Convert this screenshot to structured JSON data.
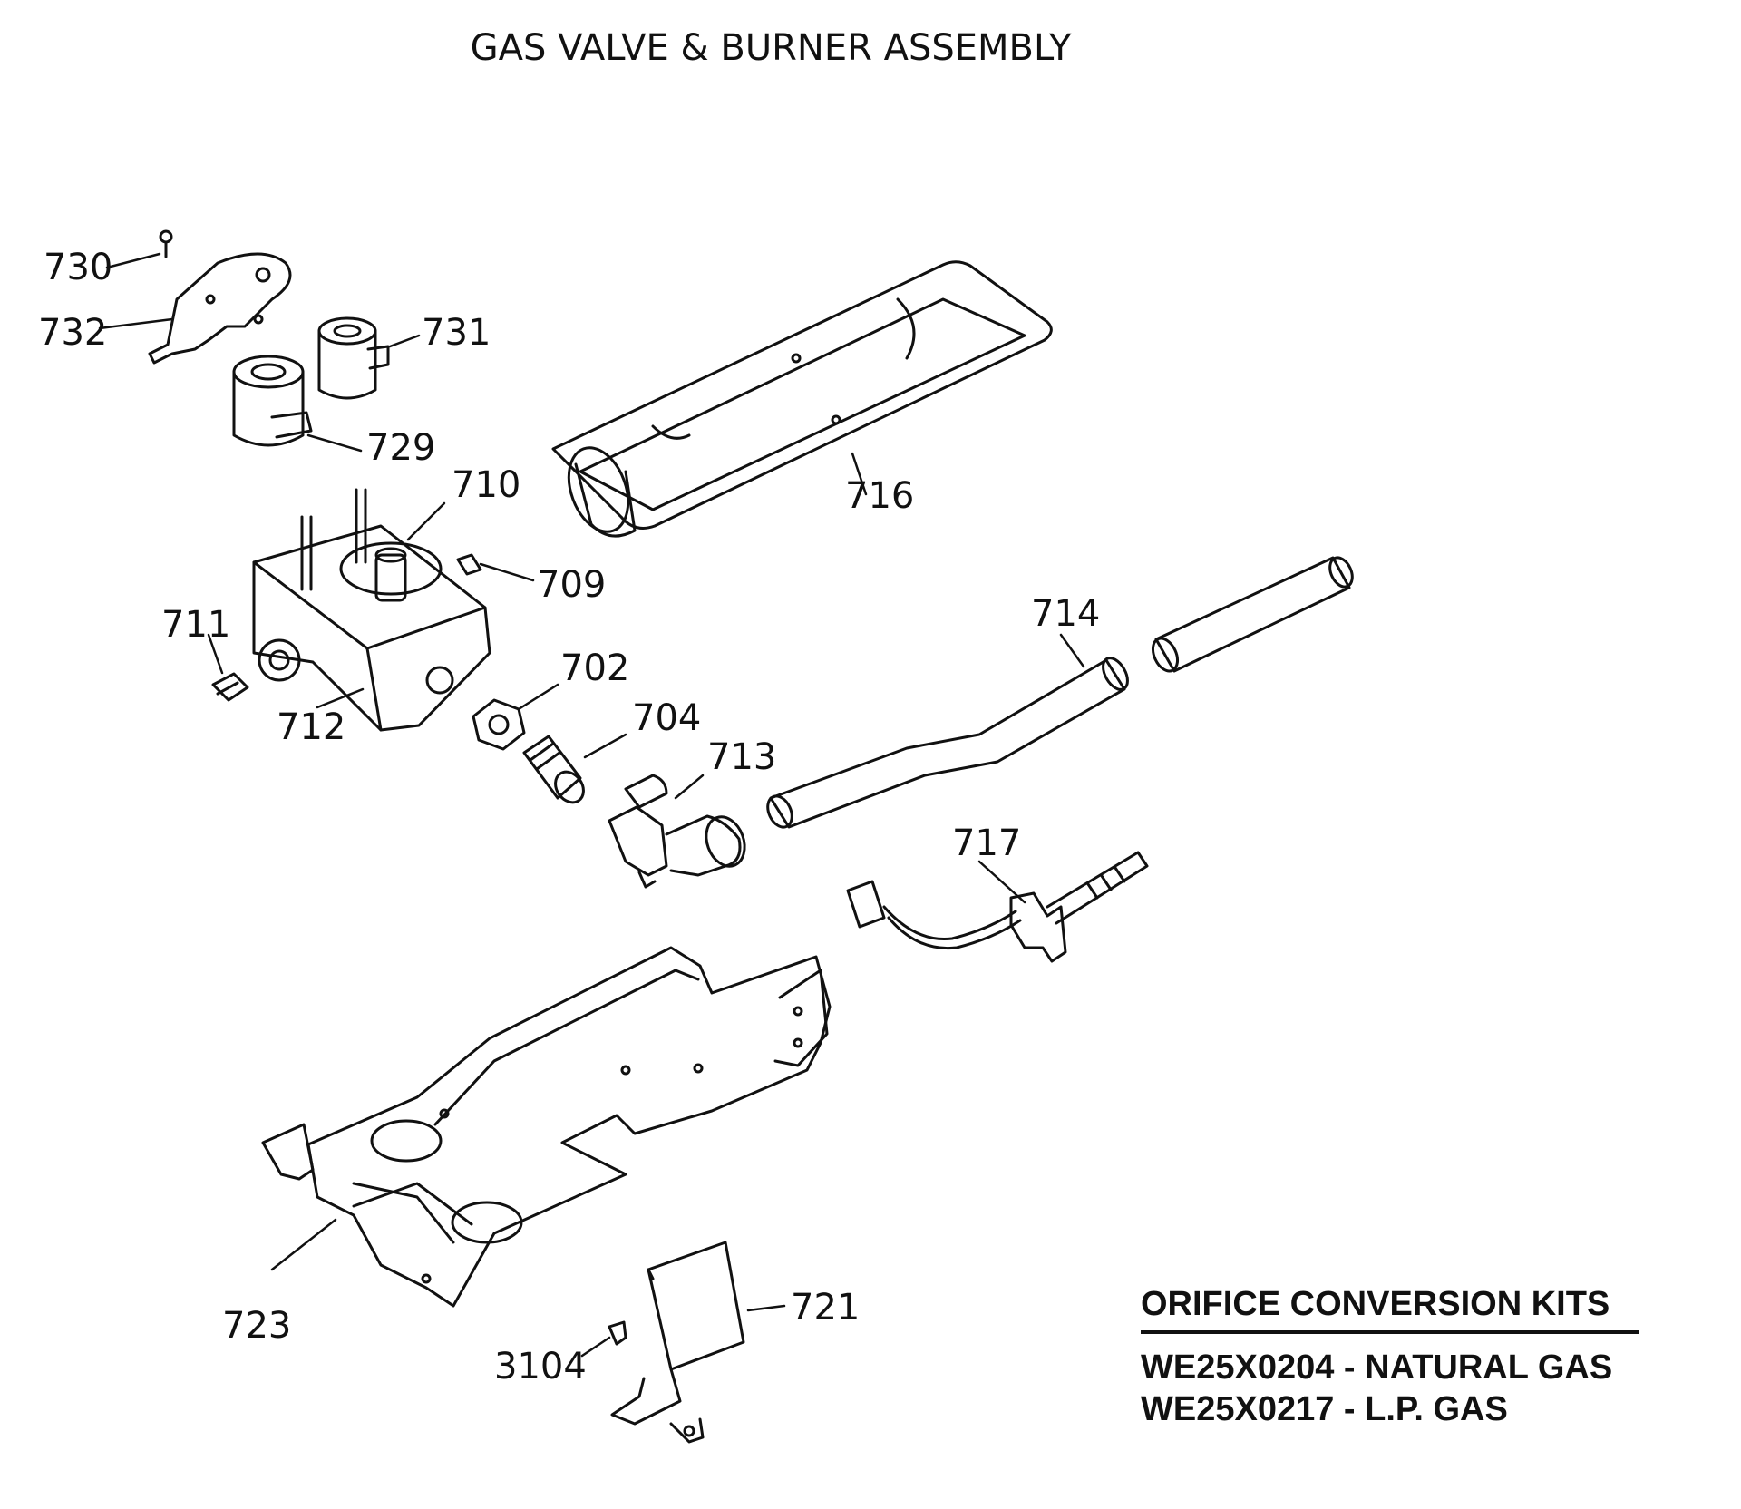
{
  "title": "GAS VALVE & BURNER ASSEMBLY",
  "callouts": {
    "c730": "730",
    "c732": "732",
    "c731": "731",
    "c729": "729",
    "c710": "710",
    "c709": "709",
    "c711": "711",
    "c712": "712",
    "c702": "702",
    "c704": "704",
    "c713": "713",
    "c714": "714",
    "c716": "716",
    "c717": "717",
    "c723": "723",
    "c721": "721",
    "c3104": "3104"
  },
  "kits": {
    "heading": "ORIFICE CONVERSION KITS",
    "items": [
      "WE25X0204 - NATURAL GAS",
      "WE25X0217 - L.P. GAS"
    ]
  }
}
